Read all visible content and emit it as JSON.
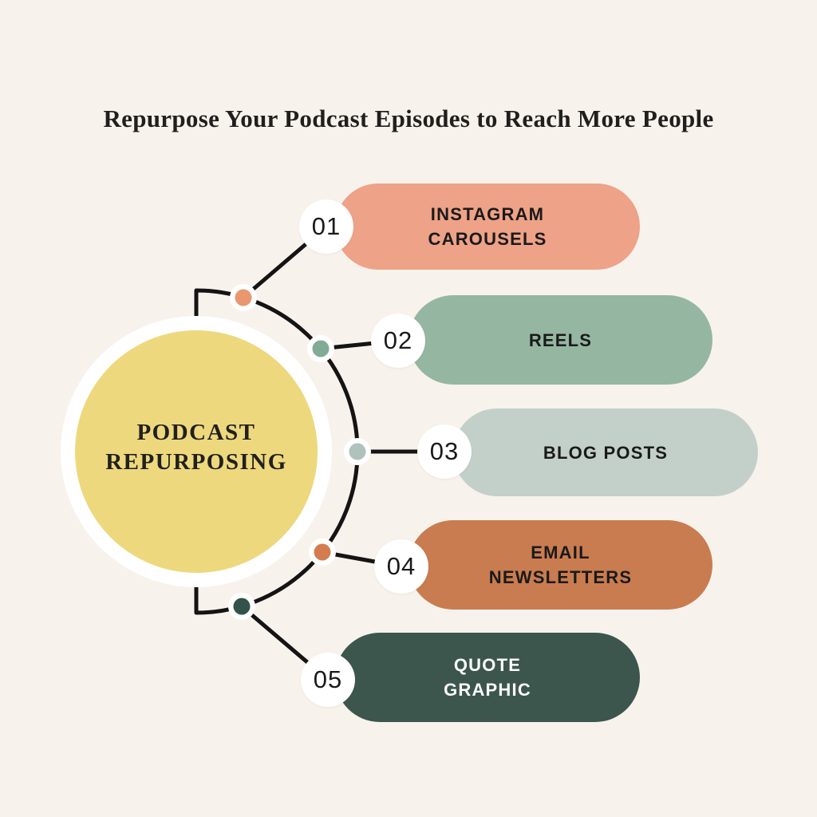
{
  "title": "Repurpose Your Podcast Episodes to Reach More People",
  "center": {
    "line1": "PODCAST",
    "line2": "REPURPOSING"
  },
  "items": [
    {
      "number": "01",
      "line1": "INSTAGRAM",
      "line2": "CAROUSELS",
      "pill_color": "#EEA287",
      "dot_color": "#E9976F",
      "label_color": "#1A1A1A"
    },
    {
      "number": "02",
      "line1": "REELS",
      "line2": "",
      "pill_color": "#95B7A2",
      "dot_color": "#82AB95",
      "label_color": "#1A1A1A"
    },
    {
      "number": "03",
      "line1": "BLOG POSTS",
      "line2": "",
      "pill_color": "#C3D0CA",
      "dot_color": "#AFC2BB",
      "label_color": "#1A1A1A"
    },
    {
      "number": "04",
      "line1": "EMAIL",
      "line2": "NEWSLETTERS",
      "pill_color": "#C97C50",
      "dot_color": "#D27C50",
      "label_color": "#1A1A1A"
    },
    {
      "number": "05",
      "line1": "QUOTE",
      "line2": "GRAPHIC",
      "pill_color": "#3C564E",
      "dot_color": "#32524A",
      "label_color": "#FDFDFC"
    }
  ],
  "colors": {
    "background": "#F8F2EC",
    "line": "#141414",
    "center_fill": "#EDD87E",
    "center_ring": "#FFFFFF",
    "title_color": "#211F1D",
    "center_text": "#20201E",
    "number_color": "#1A1A1A"
  }
}
